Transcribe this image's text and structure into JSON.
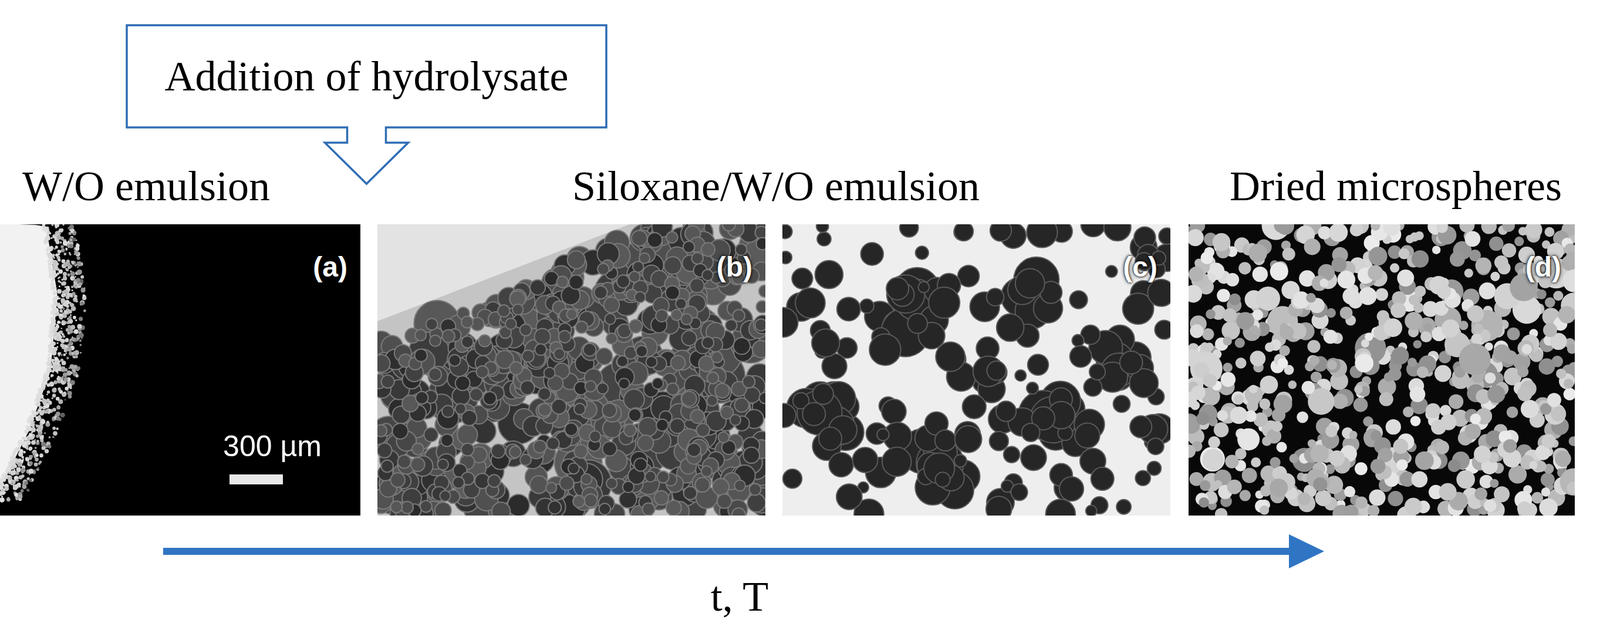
{
  "diagram": {
    "nodes": [
      {
        "text": [
          "Addition of hydrolysate"
        ]
      }
    ],
    "labels": [
      "W/O emulsion",
      "Siloxane/W/O emulsion",
      "Dried microspheres",
      "(a)",
      "300 µm",
      "(b)",
      "(c)",
      "(d)",
      "t, T"
    ]
  }
}
